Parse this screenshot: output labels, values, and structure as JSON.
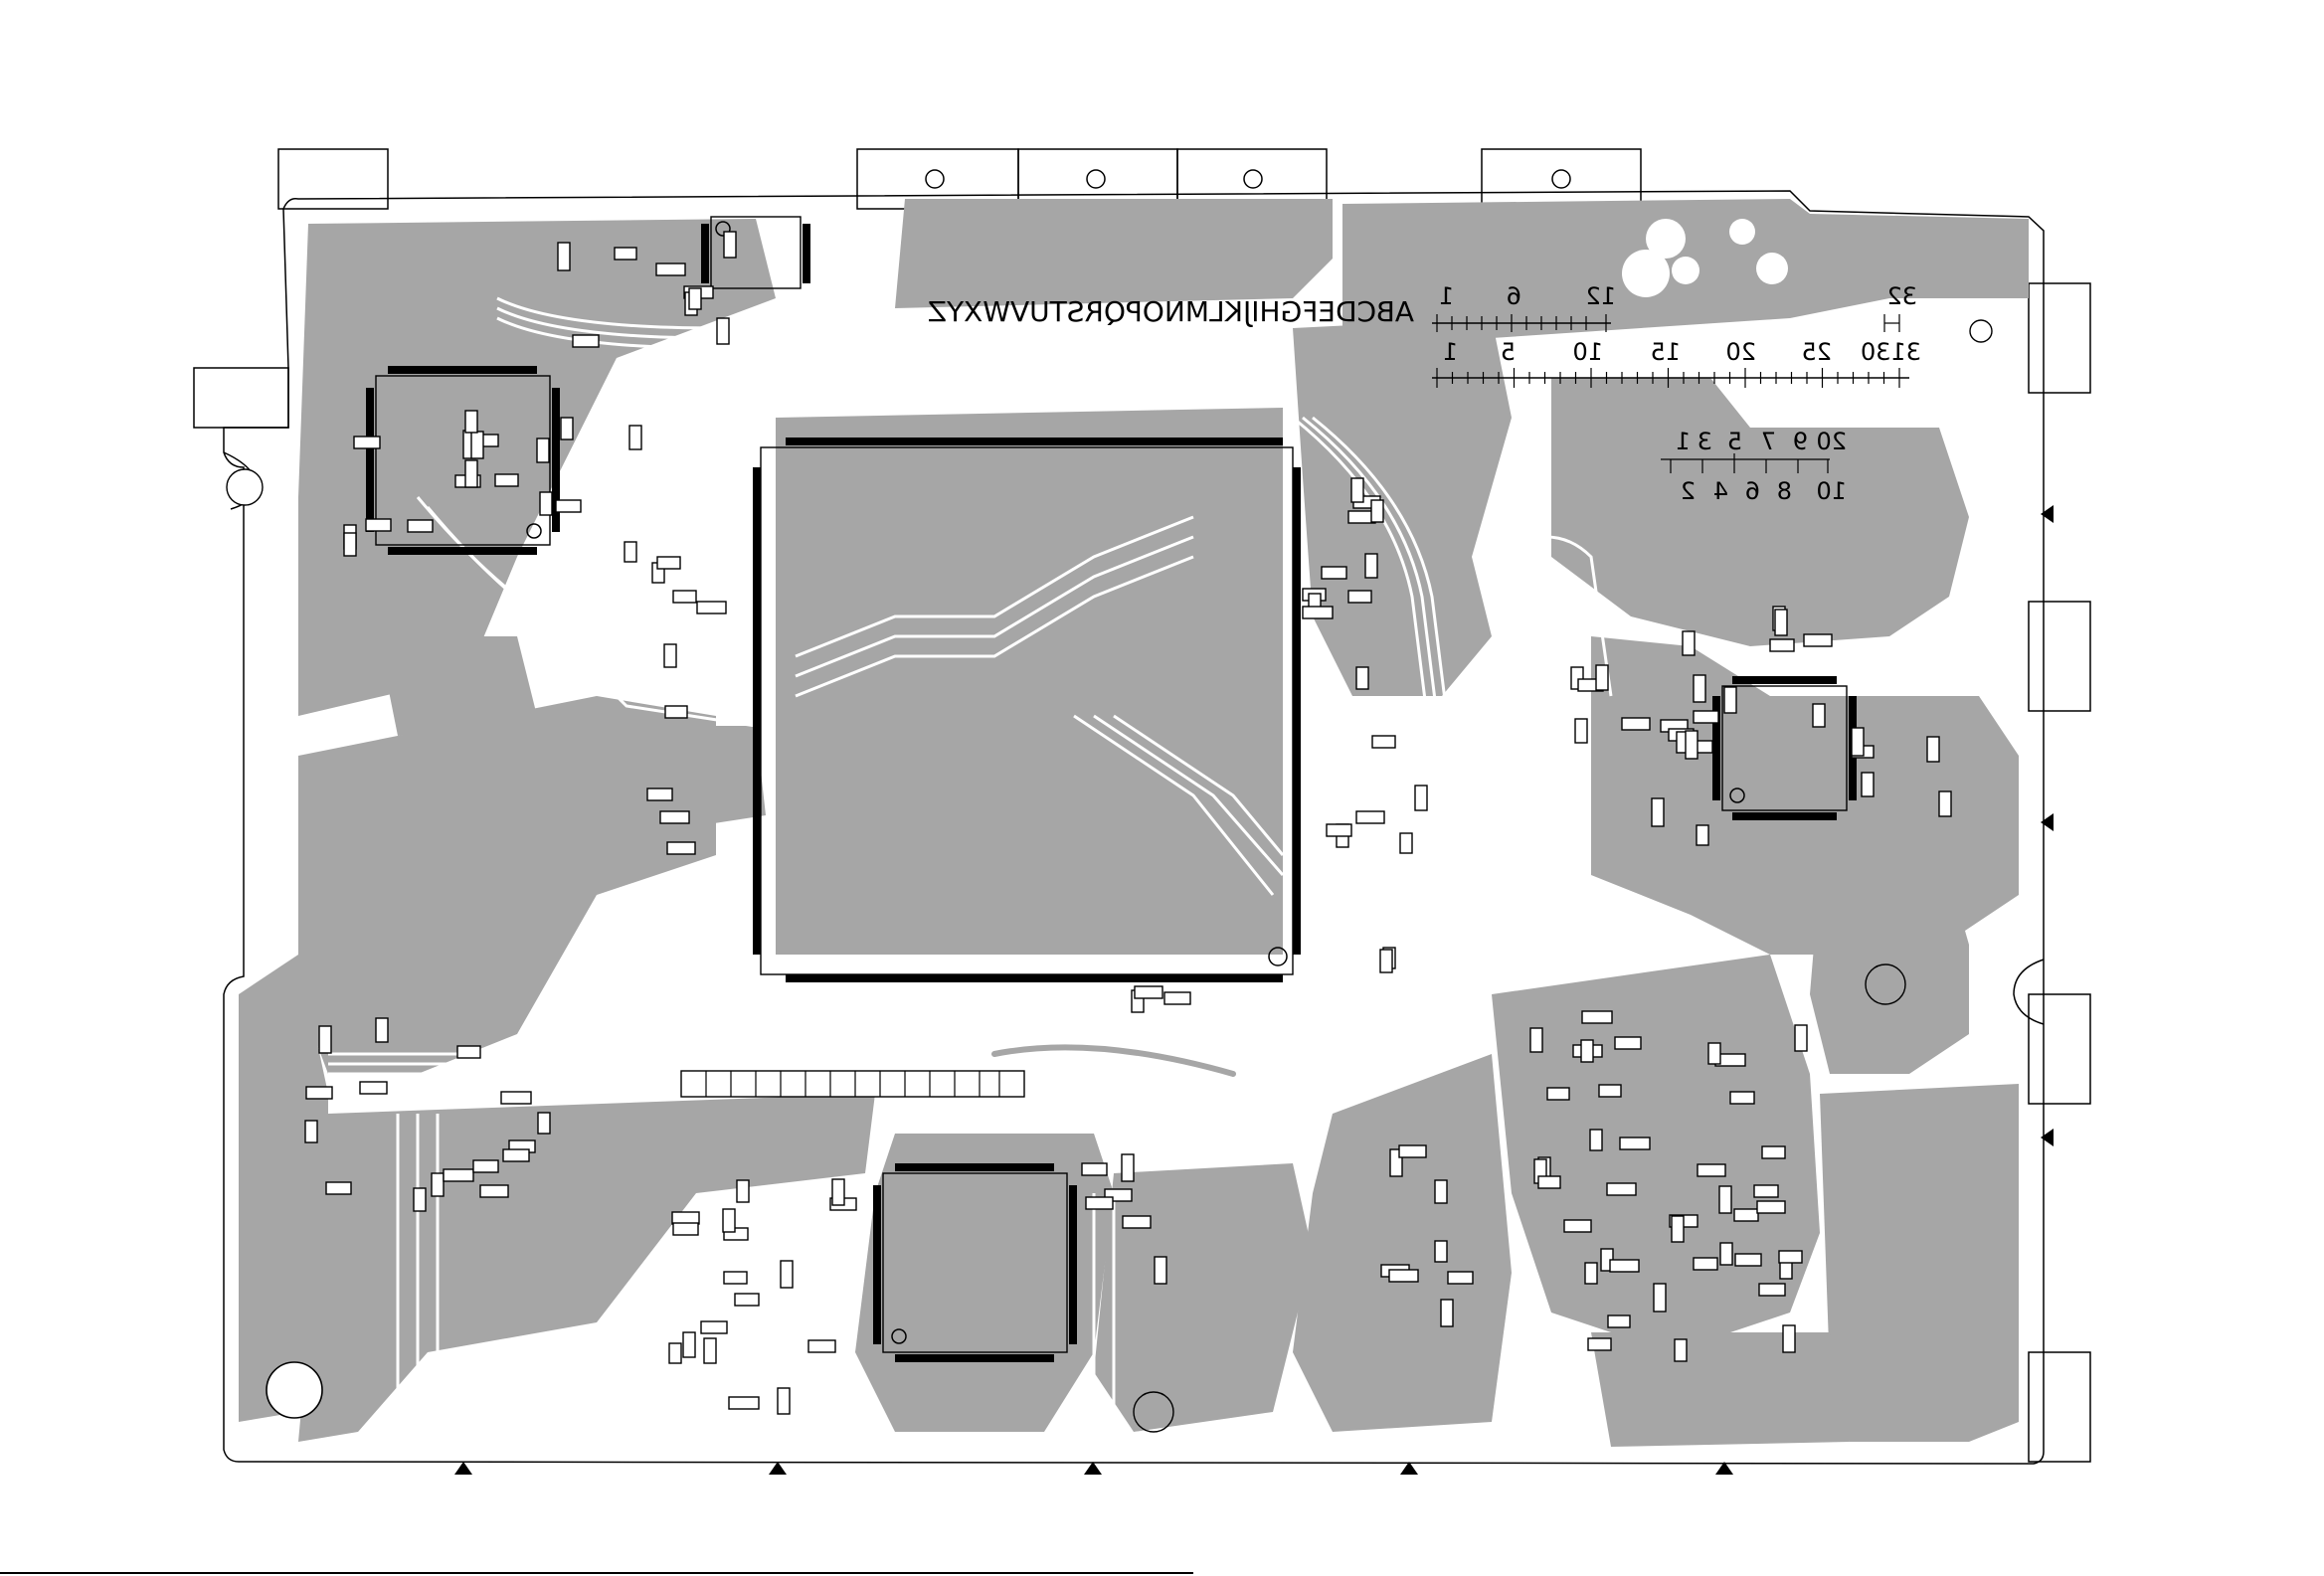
{
  "board": {
    "alphabet_label": "ABCDEFGHIJKLMNOPQRSTUVWXYZ",
    "scale_top_numbers": [
      "12",
      "6",
      "1",
      "32"
    ],
    "scale_bottom_numbers": [
      "3130",
      "25",
      "20",
      "15",
      "10",
      "5",
      "1"
    ],
    "pad_odd_numbers": [
      "20",
      "9",
      "7",
      "5",
      "3",
      "1"
    ],
    "pad_even_numbers": [
      "10",
      "8",
      "6",
      "4",
      "2"
    ]
  },
  "colors": {
    "copper": "#a6a6a6",
    "ink": "#000000",
    "background": "#ffffff"
  },
  "icons": {
    "edge_marker": "triangle-marker"
  }
}
